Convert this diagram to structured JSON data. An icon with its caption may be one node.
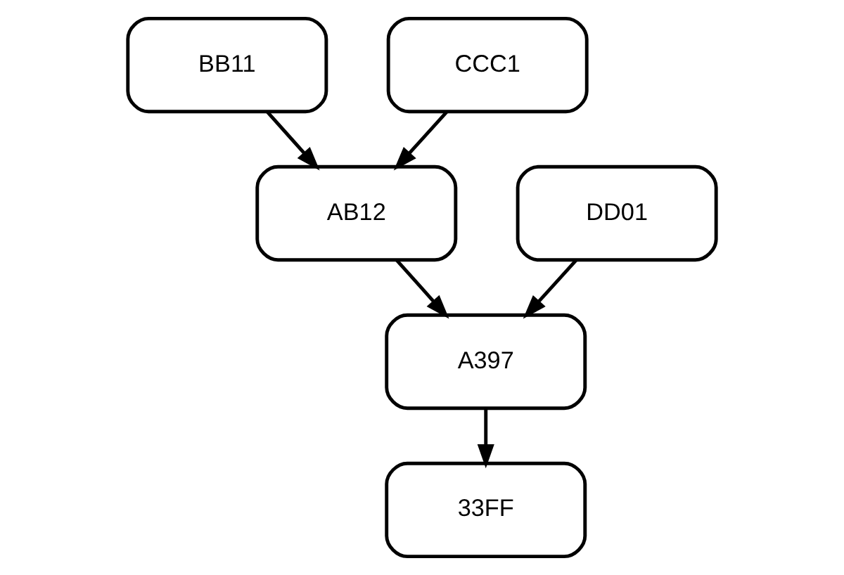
{
  "diagram": {
    "nodes": [
      {
        "text": [
          "BB11"
        ]
      },
      {
        "text": [
          "CCC1"
        ]
      },
      {
        "text": [
          "AB12"
        ]
      },
      {
        "text": [
          "DD01"
        ]
      },
      {
        "text": [
          "A397"
        ]
      },
      {
        "text": [
          "33FF"
        ]
      }
    ],
    "edges": [
      {
        "from": 0,
        "to": 2,
        "arrow": "to"
      },
      {
        "from": 1,
        "to": 2,
        "arrow": "to"
      },
      {
        "from": 2,
        "to": 4,
        "arrow": "to"
      },
      {
        "from": 3,
        "to": 4,
        "arrow": "to"
      },
      {
        "from": 4,
        "to": 5,
        "arrow": "to"
      }
    ]
  }
}
